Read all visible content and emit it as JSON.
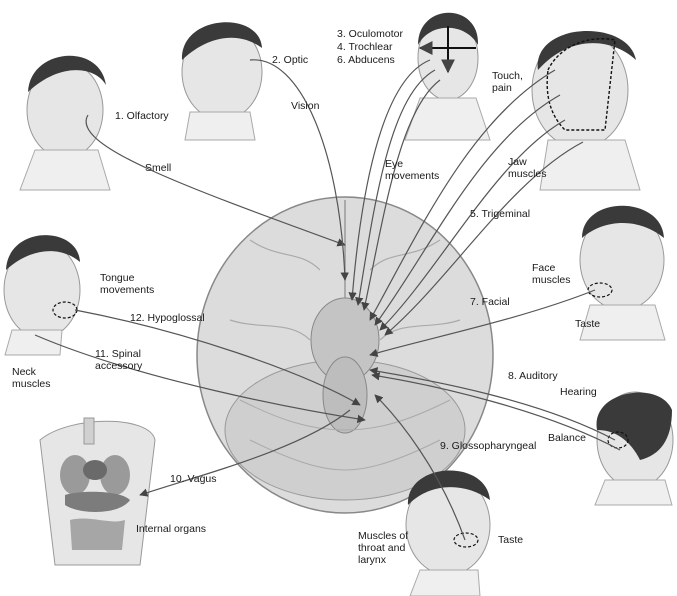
{
  "labels": {
    "olfactory": "1. Olfactory",
    "smell": "Smell",
    "optic": "2. Optic",
    "vision": "Vision",
    "oculomotor": "3. Oculomotor",
    "trochlear": "4. Trochlear",
    "abducens": "6. Abducens",
    "eye_movements": "Eye\nmovements",
    "touch_pain": "Touch,\npain",
    "jaw_muscles": "Jaw\nmuscles",
    "trigeminal": "5. Trigeminal",
    "tongue_movements": "Tongue\nmovements",
    "hypoglossal": "12. Hypoglossal",
    "spinal_accessory": "11. Spinal\naccessory",
    "neck_muscles": "Neck\nmuscles",
    "face_muscles": "Face\nmuscles",
    "facial": "7. Facial",
    "taste_face": "Taste",
    "auditory": "8. Auditory",
    "hearing": "Hearing",
    "balance": "Balance",
    "glossopharyngeal": "9. Glossopharyngeal",
    "vagus": "10. Vagus",
    "internal_organs": "Internal organs",
    "muscles_throat": "Muscles of\nthroat and\nlarynx",
    "taste_throat": "Taste"
  },
  "colors": {
    "line": "#555555",
    "skin": "#e6e6e6",
    "hair": "#3a3a3a",
    "brain": "#dcdcdc",
    "organ": "#9a9a9a"
  }
}
